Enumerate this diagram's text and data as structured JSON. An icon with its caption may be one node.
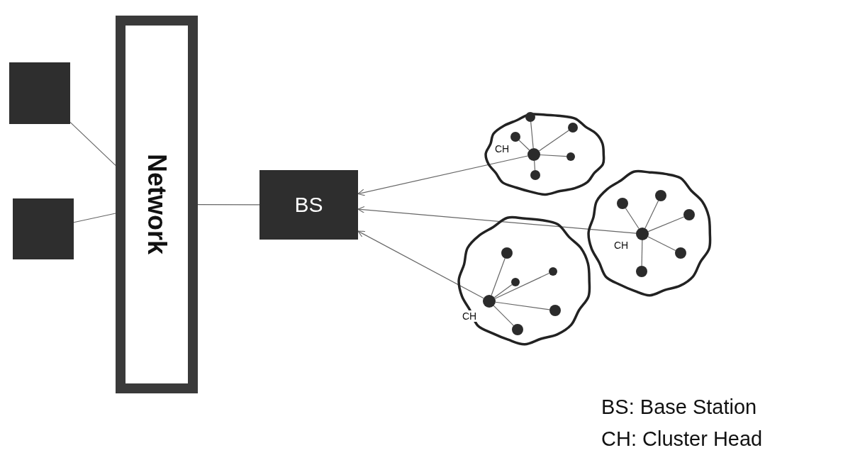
{
  "diagram": {
    "nodes": [
      {
        "text": [],
        "shape": "box"
      },
      {
        "text": [],
        "shape": "box"
      },
      {
        "text": [
          "Network"
        ]
      },
      {
        "text": [
          "BS"
        ]
      },
      {
        "text": [],
        "shape": "circle"
      },
      {
        "text": [],
        "shape": "circle",
        "in": 4
      },
      {
        "text": [],
        "shape": "circle",
        "in": 4
      },
      {
        "text": [],
        "shape": "circle",
        "in": 4
      },
      {
        "text": [],
        "shape": "circle",
        "in": 4
      },
      {
        "text": [],
        "shape": "circle",
        "in": 4
      },
      {
        "text": [],
        "shape": "circle",
        "in": 4
      },
      {
        "text": [],
        "shape": "circle"
      },
      {
        "text": [],
        "shape": "circle",
        "in": 11
      },
      {
        "text": [],
        "shape": "circle",
        "in": 11
      },
      {
        "text": [],
        "shape": "circle",
        "in": 11
      },
      {
        "text": [],
        "shape": "circle",
        "in": 11
      },
      {
        "text": [],
        "shape": "circle",
        "in": 11
      },
      {
        "text": [],
        "shape": "circle",
        "in": 11
      },
      {
        "text": [],
        "shape": "circle"
      },
      {
        "text": [],
        "shape": "circle",
        "in": 18
      },
      {
        "text": [],
        "shape": "circle",
        "in": 18
      },
      {
        "text": [],
        "shape": "circle",
        "in": 18
      },
      {
        "text": [],
        "shape": "circle",
        "in": 18
      },
      {
        "text": [],
        "shape": "circle",
        "in": 18
      },
      {
        "text": [],
        "shape": "circle",
        "in": 18
      }
    ],
    "edges": [
      {
        "from": 0,
        "to": 2,
        "arrow": "none"
      },
      {
        "from": 1,
        "to": 2,
        "arrow": "none"
      },
      {
        "from": 2,
        "to": 3,
        "arrow": "none"
      },
      {
        "from": 5,
        "to": 3,
        "arrow": "to"
      },
      {
        "from": 12,
        "to": 3,
        "arrow": "to"
      },
      {
        "from": 19,
        "to": 3,
        "arrow": "to"
      },
      {
        "from": 6,
        "to": 5,
        "arrow": "none"
      },
      {
        "from": 7,
        "to": 5,
        "arrow": "none"
      },
      {
        "from": 8,
        "to": 5,
        "arrow": "none"
      },
      {
        "from": 9,
        "to": 5,
        "arrow": "none"
      },
      {
        "from": 10,
        "to": 5,
        "arrow": "none"
      },
      {
        "from": 13,
        "to": 12,
        "arrow": "none"
      },
      {
        "from": 14,
        "to": 12,
        "arrow": "none"
      },
      {
        "from": 15,
        "to": 12,
        "arrow": "none"
      },
      {
        "from": 16,
        "to": 12,
        "arrow": "none"
      },
      {
        "from": 17,
        "to": 12,
        "arrow": "none"
      },
      {
        "from": 20,
        "to": 19,
        "arrow": "none"
      },
      {
        "from": 21,
        "to": 19,
        "arrow": "none"
      },
      {
        "from": 22,
        "to": 19,
        "arrow": "none"
      },
      {
        "from": 23,
        "to": 19,
        "arrow": "none"
      },
      {
        "from": 24,
        "to": 19,
        "arrow": "none"
      }
    ],
    "labels": [
      "CH",
      "CH",
      "CH",
      "BS: Base Station",
      "CH: Cluster Head"
    ]
  }
}
